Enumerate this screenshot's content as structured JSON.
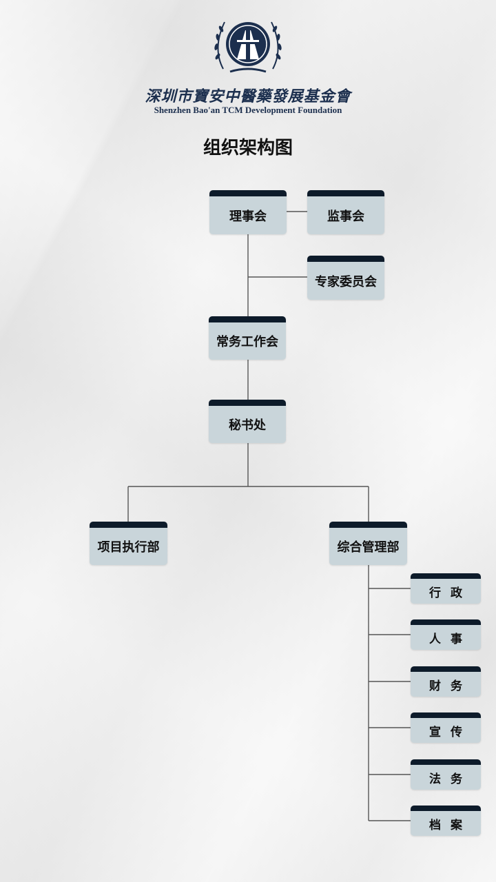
{
  "header": {
    "org_name_cn": "深圳市寶安中醫藥發展基金會",
    "org_name_en": "Shenzhen Bao'an TCM Development Foundation",
    "title": "组织架构图"
  },
  "colors": {
    "node_fill": "#c9d5da",
    "node_top": "#0d1b2a",
    "line": "#555555",
    "logo_navy": "#1c2f4e"
  },
  "chart": {
    "board": "理事会",
    "supervisors": "监事会",
    "experts": "专家委员会",
    "standing": "常务工作会",
    "secretariat": "秘书处",
    "projects": "项目执行部",
    "admin_dept": "综合管理部",
    "sub_units": [
      "行 政",
      "人 事",
      "财 务",
      "宣 传",
      "法 务",
      "档 案"
    ]
  }
}
